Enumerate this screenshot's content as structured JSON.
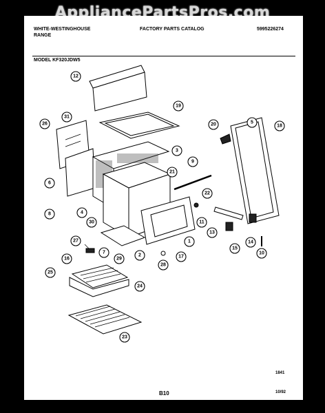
{
  "watermark": "AppliancePartsPros.com",
  "header": {
    "brand_line1": "WHITE-WESTINGHOUSE",
    "brand_line2": "RANGE",
    "catalog": "FACTORY PARTS CATALOG",
    "catalog_number": "5995226274",
    "model": "MODEL KF320JDW5"
  },
  "footer": {
    "code": "1841",
    "page": "B10",
    "date": "10/92"
  },
  "callouts": [
    "12",
    "19",
    "26",
    "31",
    "3",
    "20",
    "5",
    "18",
    "21",
    "9",
    "6",
    "22",
    "8",
    "4",
    "30",
    "11",
    "13",
    "7",
    "29",
    "2",
    "1",
    "17",
    "15",
    "14",
    "10",
    "27",
    "16",
    "28",
    "25",
    "24",
    "23"
  ]
}
